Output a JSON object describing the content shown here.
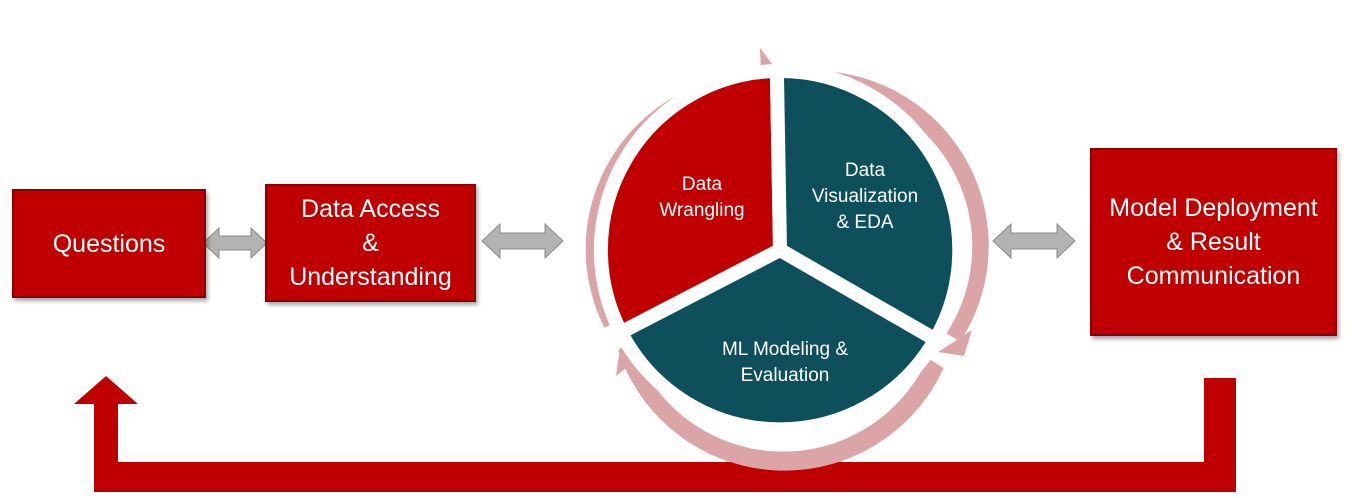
{
  "colors": {
    "primary_red": "#c00000",
    "dark_teal": "#0e4f5c",
    "ring_pink": "#dba4a6",
    "connector_gray": "#b3b3b3",
    "text": "#ffffff"
  },
  "boxes": {
    "questions": {
      "label": "Questions"
    },
    "data_access": {
      "line1": "Data Access",
      "line2": "&",
      "line3": "Understanding"
    },
    "deployment": {
      "line1": "Model Deployment",
      "line2": "& Result",
      "line3": "Communication"
    }
  },
  "cycle": {
    "wrangling": {
      "line1": "Data",
      "line2": "Wrangling"
    },
    "visualization": {
      "line1": "Data",
      "line2": "Visualization",
      "line3": "& EDA"
    },
    "modeling": {
      "line1": "ML Modeling &",
      "line2": "Evaluation"
    }
  },
  "icons": {
    "connector": "double-arrow-icon",
    "feedback": "feedback-loop-arrow-icon",
    "cycle": "cycle-ring-arrow-icon"
  }
}
